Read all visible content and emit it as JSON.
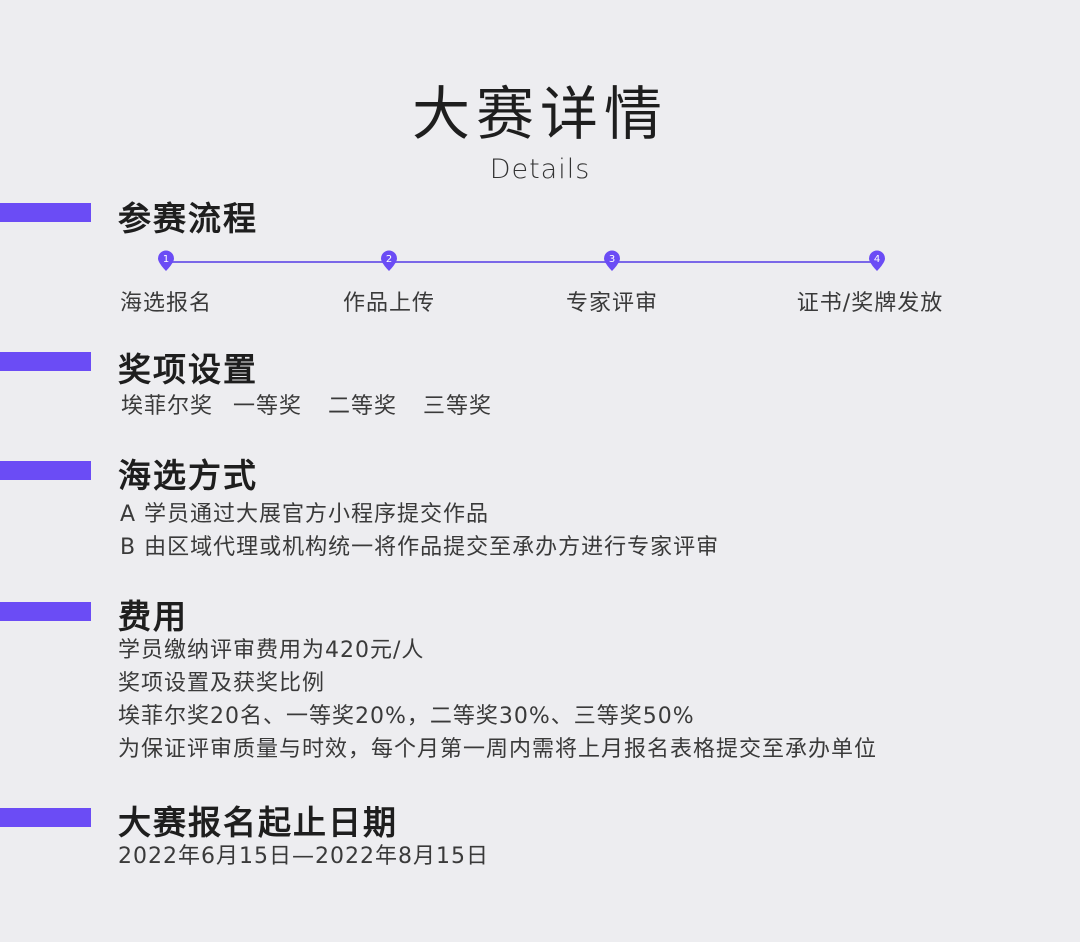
{
  "header": {
    "title": "大赛详情",
    "subtitle": "Details"
  },
  "process": {
    "heading": "参赛流程",
    "steps": [
      {
        "num": "1",
        "label": "海选报名"
      },
      {
        "num": "2",
        "label": "作品上传"
      },
      {
        "num": "3",
        "label": "专家评审"
      },
      {
        "num": "4",
        "label": "证书/奖牌发放"
      }
    ]
  },
  "awards": {
    "heading": "奖项设置",
    "items": [
      "埃菲尔奖",
      "一等奖",
      "二等奖",
      "三等奖"
    ]
  },
  "selection": {
    "heading": "海选方式",
    "lines": [
      "A 学员通过大展官方小程序提交作品",
      "B 由区域代理或机构统一将作品提交至承办方进行专家评审"
    ]
  },
  "fees": {
    "heading": "费用",
    "lines": [
      "学员缴纳评审费用为420元/人",
      "奖项设置及获奖比例",
      "埃菲尔奖20名、一等奖20%，二等奖30%、三等奖50%",
      "为保证评审质量与时效，每个月第一周内需将上月报名表格提交至承办单位"
    ]
  },
  "dates": {
    "heading": "大赛报名起止日期",
    "lines": [
      "2022年6月15日—2022年8月15日"
    ]
  },
  "colors": {
    "accent": "#6b4cf5",
    "background": "#ededf0"
  }
}
